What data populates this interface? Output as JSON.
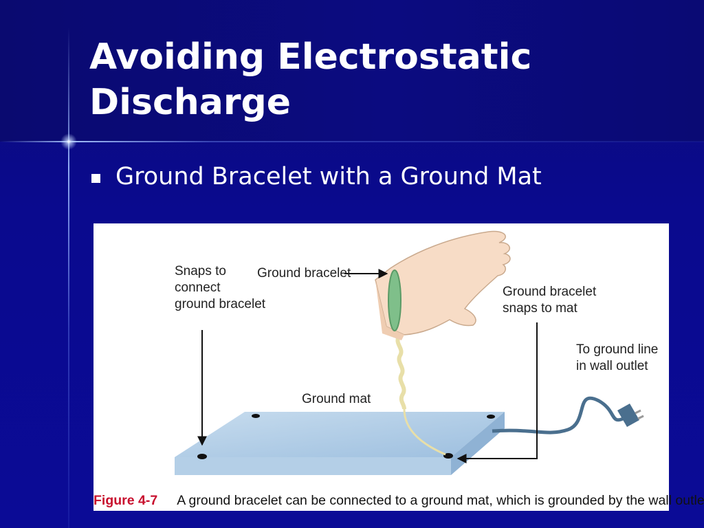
{
  "slide": {
    "title_line1": "Avoiding Electrostatic",
    "title_line2": "Discharge",
    "bullet": "Ground Bracelet with a Ground Mat"
  },
  "figure": {
    "labels": {
      "snaps": "Snaps to\nconnect\nground bracelet",
      "ground_bracelet": "Ground bracelet",
      "bracelet_snaps": "Ground bracelet\nsnaps to mat",
      "to_ground_line": "To ground line\nin wall outlet",
      "ground_mat": "Ground mat"
    },
    "caption_number": "Figure 4-7",
    "caption_text": "A ground bracelet can be connected to a ground mat, which is grounded by the wall outlet"
  },
  "colors": {
    "background": "#0a0a8c",
    "title_text": "#ffffff",
    "caption_number": "#c8102e",
    "mat": "#a9c8e3",
    "bracelet": "#7fbf8a",
    "cord": "#4a6f8e"
  }
}
